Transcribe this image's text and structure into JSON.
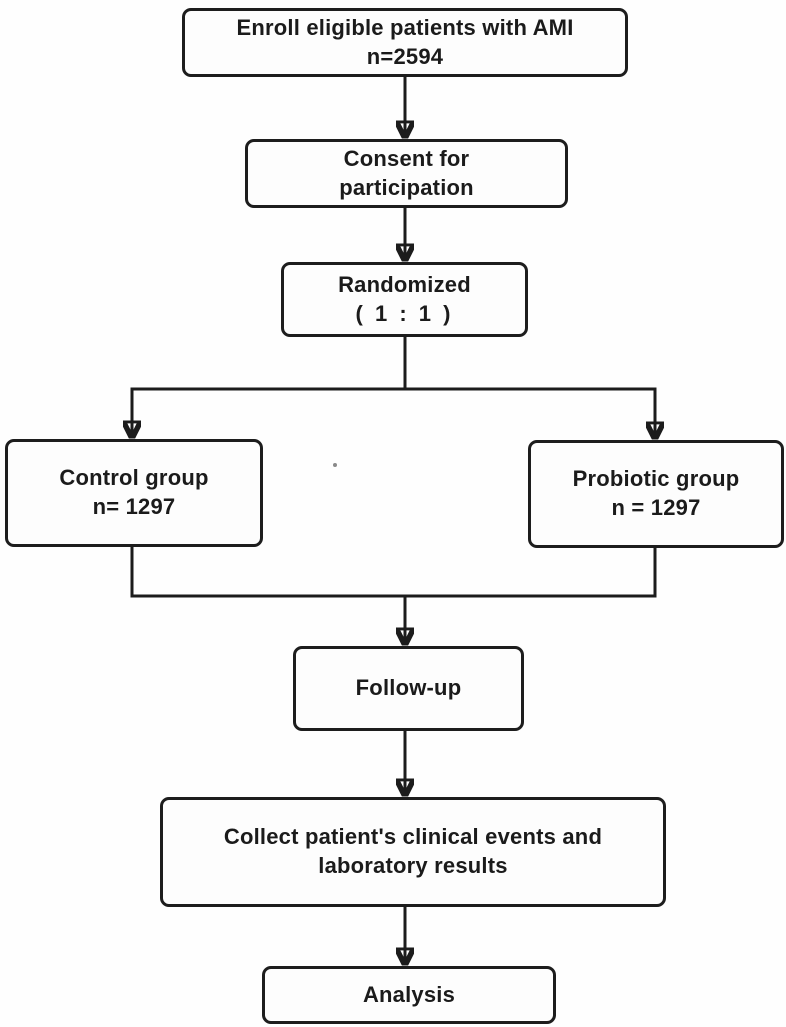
{
  "diagram": {
    "type": "flowchart",
    "nodes": {
      "enroll": {
        "line1": "Enroll eligible patients with AMI",
        "line2": "n=2594"
      },
      "consent": {
        "line1": "Consent for",
        "line2": "participation"
      },
      "randomized": {
        "line1": "Randomized",
        "line2": "( 1 : 1 )"
      },
      "control": {
        "line1": "Control group",
        "line2": "n= 1297"
      },
      "probiotic": {
        "line1": "Probiotic group",
        "line2": "n = 1297"
      },
      "followup": {
        "line1": "Follow-up"
      },
      "collect": {
        "line1": "Collect patient's clinical events and",
        "line2": "laboratory results"
      },
      "analysis": {
        "line1": "Analysis"
      }
    },
    "edges": [
      {
        "from": "enroll",
        "to": "consent"
      },
      {
        "from": "consent",
        "to": "randomized"
      },
      {
        "from": "randomized",
        "to": "control"
      },
      {
        "from": "randomized",
        "to": "probiotic"
      },
      {
        "from": "control",
        "to": "followup"
      },
      {
        "from": "probiotic",
        "to": "followup"
      },
      {
        "from": "followup",
        "to": "collect"
      },
      {
        "from": "collect",
        "to": "analysis"
      }
    ],
    "colors": {
      "line": "#1c1c1c",
      "box_border": "#1d1d1d",
      "box_fill": "#fdfdfd",
      "text": "#1b1b1b",
      "background": "#fefefe"
    }
  }
}
